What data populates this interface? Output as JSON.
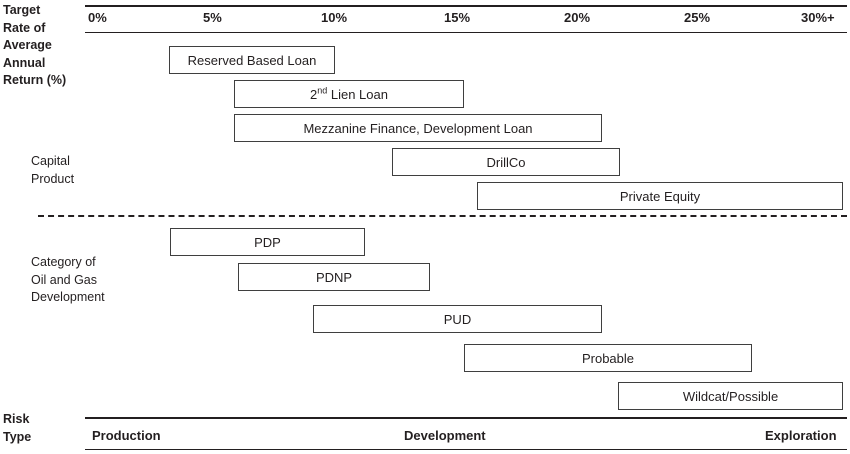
{
  "chart_data": {
    "type": "bar",
    "title": "",
    "xlabel": "Target Rate of Average Annual Return (%)",
    "ylabel": "",
    "grid": false,
    "legend": "none",
    "xlim": [
      0,
      31
    ],
    "axis_ticks": [
      {
        "label": "0%",
        "value": 0
      },
      {
        "label": "5%",
        "value": 5
      },
      {
        "label": "10%",
        "value": 10
      },
      {
        "label": "15%",
        "value": 15
      },
      {
        "label": "20%",
        "value": 20
      },
      {
        "label": "25%",
        "value": 25
      },
      {
        "label": "30%+",
        "value": 30
      }
    ],
    "groups": [
      {
        "name": "Capital Product",
        "bars": [
          {
            "label": "Reserved Based Loan",
            "start": 3.5,
            "end": 10.5
          },
          {
            "label": "2nd Lien Loan",
            "start": 6.3,
            "end": 16.0
          },
          {
            "label": "Mezzanine Finance, Development Loan",
            "start": 6.3,
            "end": 21.8
          },
          {
            "label": "DrillCo",
            "start": 13.0,
            "end": 22.5
          },
          {
            "label": "Private Equity",
            "start": 16.5,
            "end": 31.9
          }
        ]
      },
      {
        "name": "Category of Oil and Gas Development",
        "bars": [
          {
            "label": "PDP",
            "start": 3.6,
            "end": 11.8
          },
          {
            "label": "PDNP",
            "start": 6.5,
            "end": 14.5
          },
          {
            "label": "PUD",
            "start": 9.6,
            "end": 21.8
          },
          {
            "label": "Probable",
            "start": 16.0,
            "end": 28.1
          },
          {
            "label": "Wildcat/Possible",
            "start": 22.5,
            "end": 31.9
          }
        ]
      }
    ],
    "risk_type_bands": [
      "Production",
      "Development",
      "Exploration"
    ],
    "colors": {
      "text": "#231f20",
      "bar_border": "#3f3f3f",
      "bar_fill": "#ffffff",
      "rule": "#231f20",
      "background": "#ffffff"
    }
  },
  "axis": {
    "header_label": "Target\nRate of\nAverage\nAnnual\nReturn (%)",
    "ticks": [
      "0%",
      "5%",
      "10%",
      "15%",
      "20%",
      "25%",
      "30%+"
    ]
  },
  "sections": {
    "capital_product_label": "Capital\nProduct",
    "category_label": "Category of\nOil and Gas\nDevelopment",
    "risk_type_label": "Risk\nType"
  },
  "bars": {
    "reserved_based_loan": "Reserved Based Loan",
    "second_lien_loan_prefix": "2",
    "second_lien_loan_sup": "nd",
    "second_lien_loan_suffix": " Lien Loan",
    "mezzanine": "Mezzanine Finance, Development Loan",
    "drillco": "DrillCo",
    "private_equity": "Private Equity",
    "pdp": "PDP",
    "pdnp": "PDNP",
    "pud": "PUD",
    "probable": "Probable",
    "wildcat": "Wildcat/Possible"
  },
  "footer": {
    "production": "Production",
    "development": "Development",
    "exploration": "Exploration"
  }
}
